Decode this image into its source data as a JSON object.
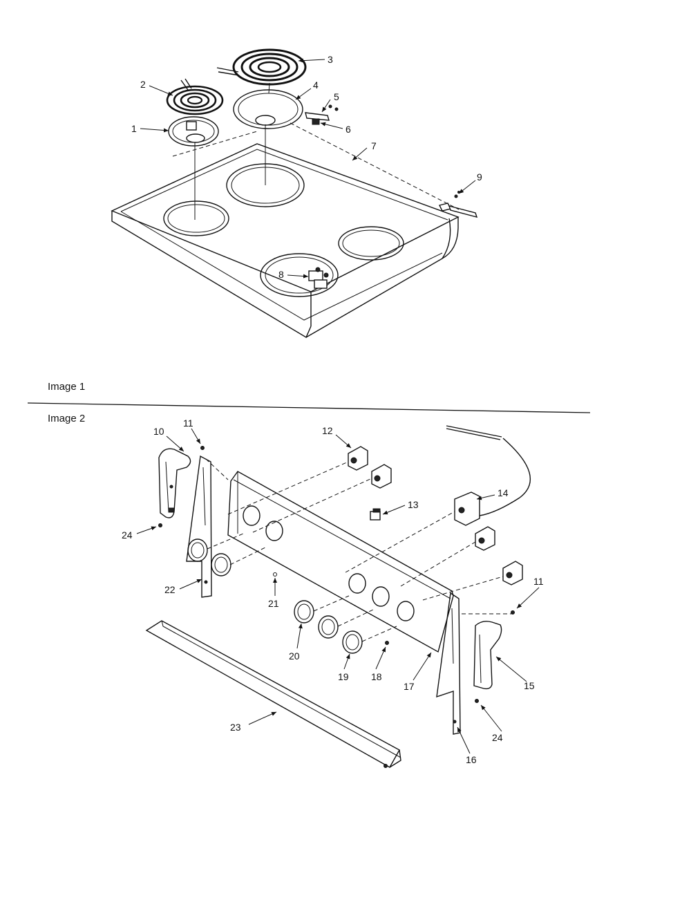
{
  "captions": {
    "image1": "Image 1",
    "image2": "Image 2"
  },
  "callouts": {
    "c1": "1",
    "c2": "2",
    "c3": "3",
    "c4": "4",
    "c5": "5",
    "c6": "6",
    "c7": "7",
    "c8": "8",
    "c9": "9",
    "c10": "10",
    "c11a": "11",
    "c11b": "11",
    "c12": "12",
    "c13": "13",
    "c14": "14",
    "c15": "15",
    "c16": "16",
    "c17": "17",
    "c18": "18",
    "c19": "19",
    "c20": "20",
    "c21": "21",
    "c22": "22",
    "c23": "23",
    "c24a": "24",
    "c24b": "24"
  }
}
